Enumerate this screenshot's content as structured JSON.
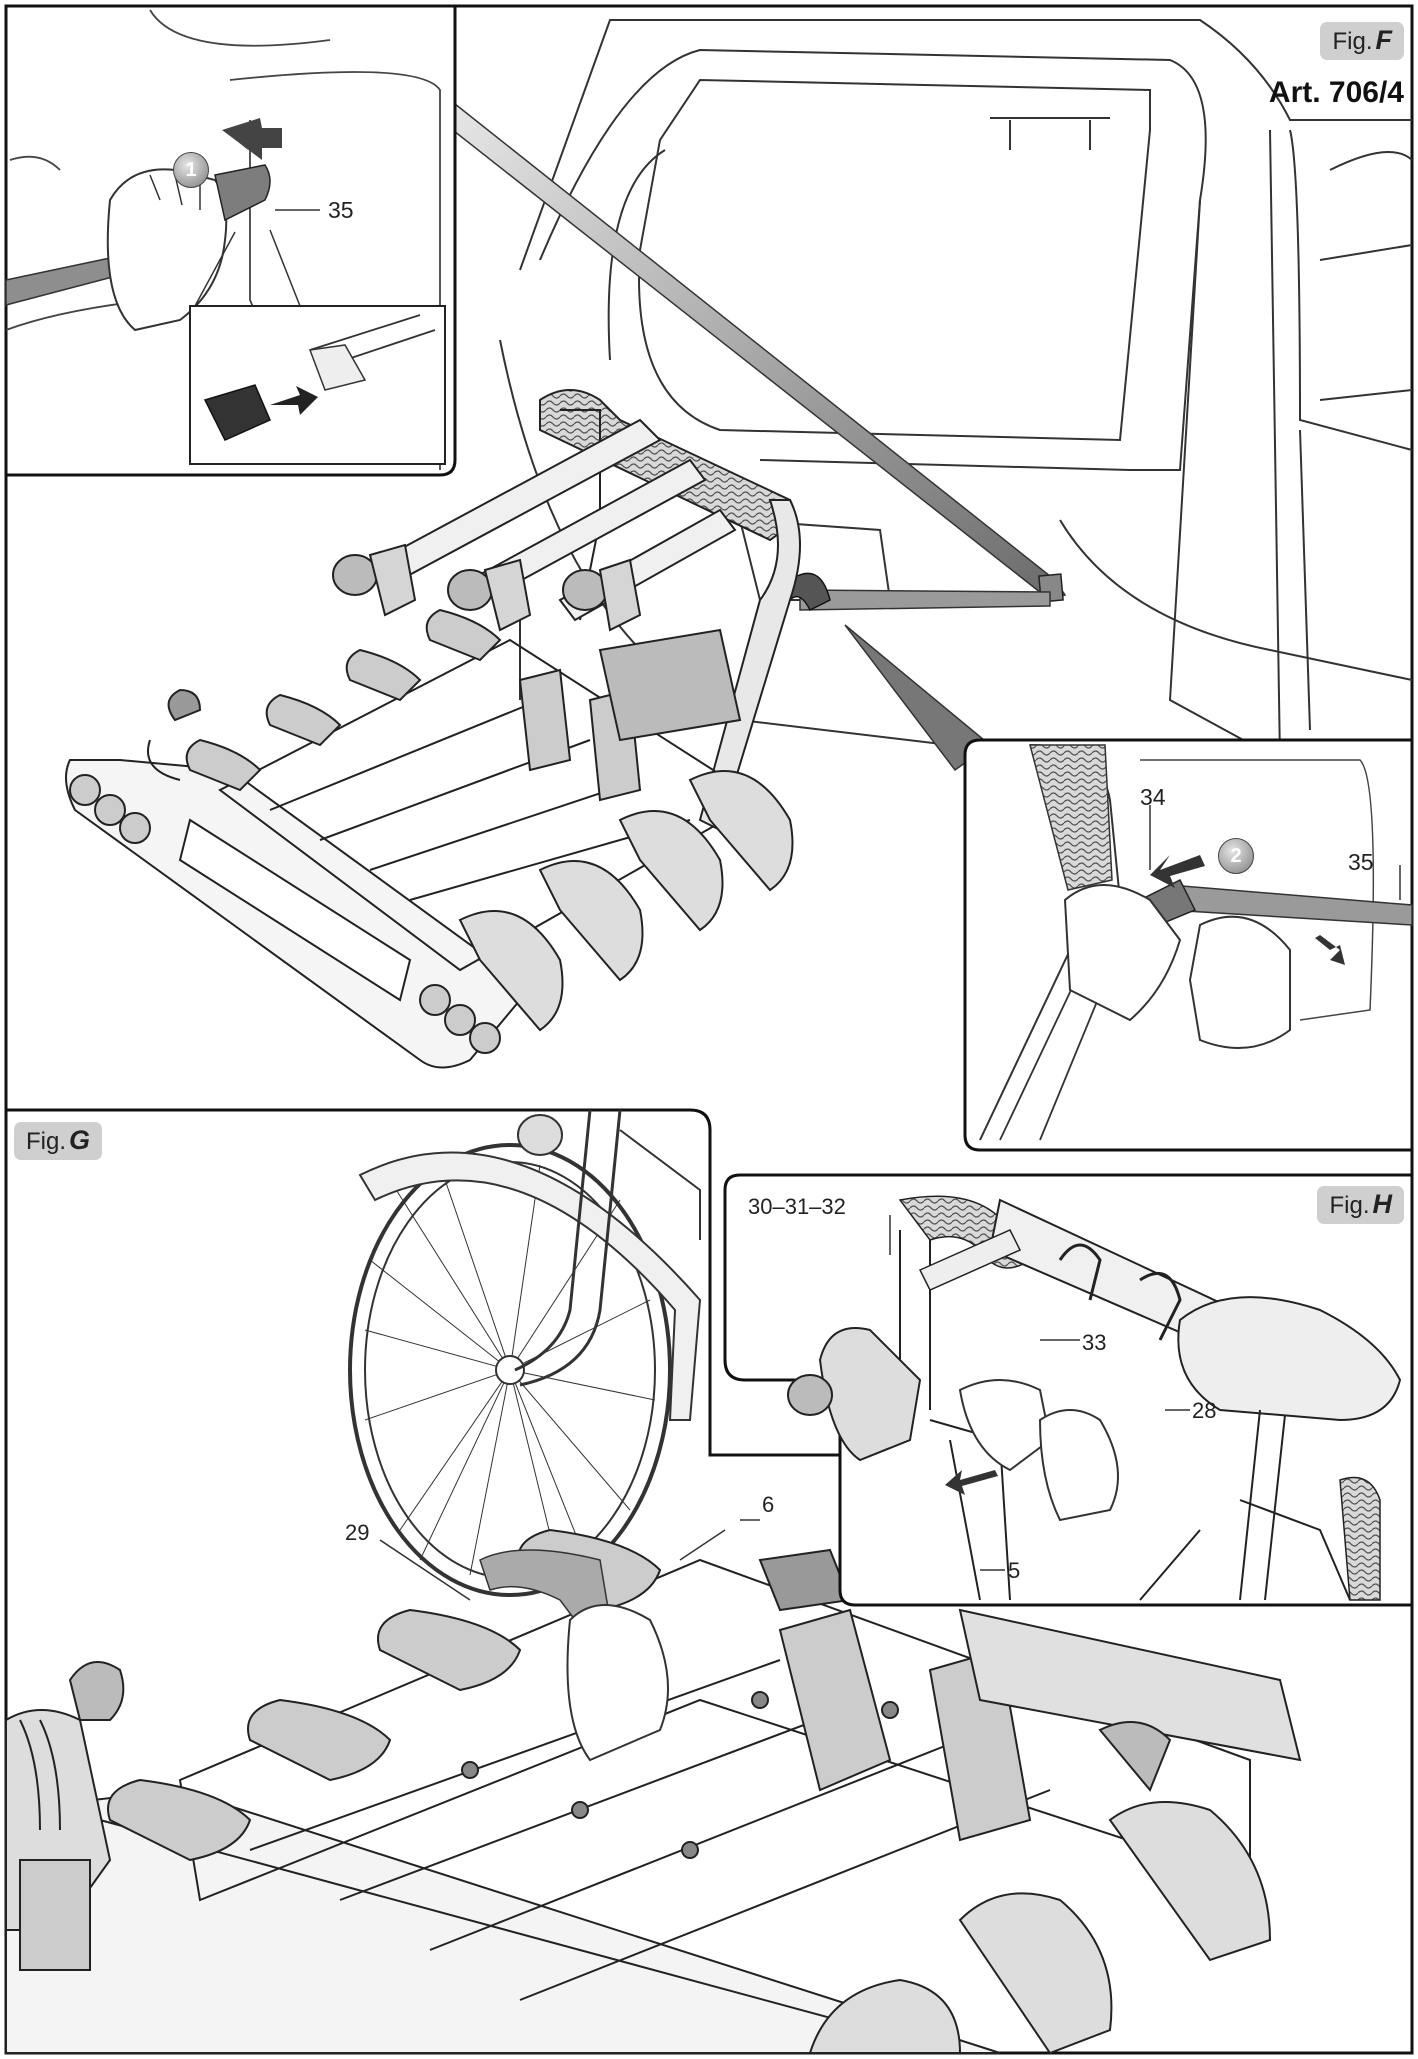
{
  "figures": {
    "f": {
      "prefix": "Fig.",
      "letter": "F",
      "article": "Art. 706/4"
    },
    "g": {
      "prefix": "Fig.",
      "letter": "G"
    },
    "h": {
      "prefix": "Fig.",
      "letter": "H"
    }
  },
  "steps": {
    "step1": "1",
    "step2": "2"
  },
  "parts": {
    "p35a": "35",
    "p35b": "35",
    "p34": "34",
    "p30_32": "30–31–32",
    "p33": "33",
    "p28": "28",
    "p5": "5",
    "p29": "29",
    "p6": "6"
  }
}
